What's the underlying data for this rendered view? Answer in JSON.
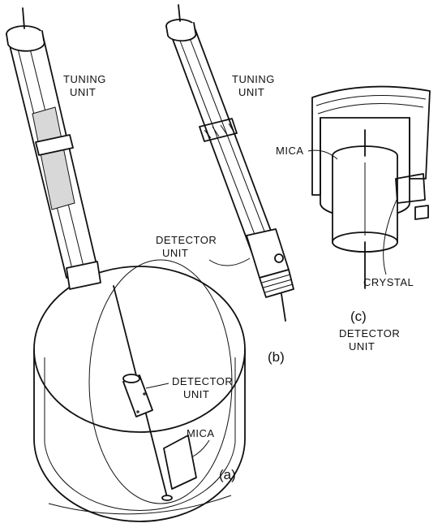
{
  "labels": {
    "a_tuning_line1": "TUNING",
    "a_tuning_line2": "UNIT",
    "a_detector_line1": "DETECTOR",
    "a_detector_line2": "UNIT",
    "a_mica": "MICA",
    "a_caption": "(a)",
    "b_tuning_line1": "TUNING",
    "b_tuning_line2": "UNIT",
    "b_detector_line1": "DETECTOR",
    "b_detector_line2": "UNIT",
    "b_caption": "(b)",
    "c_mica": "MICA",
    "c_crystal": "CRYSTAL",
    "c_caption": "(c)",
    "c_detector_line1": "DETECTOR",
    "c_detector_line2": "UNIT"
  }
}
